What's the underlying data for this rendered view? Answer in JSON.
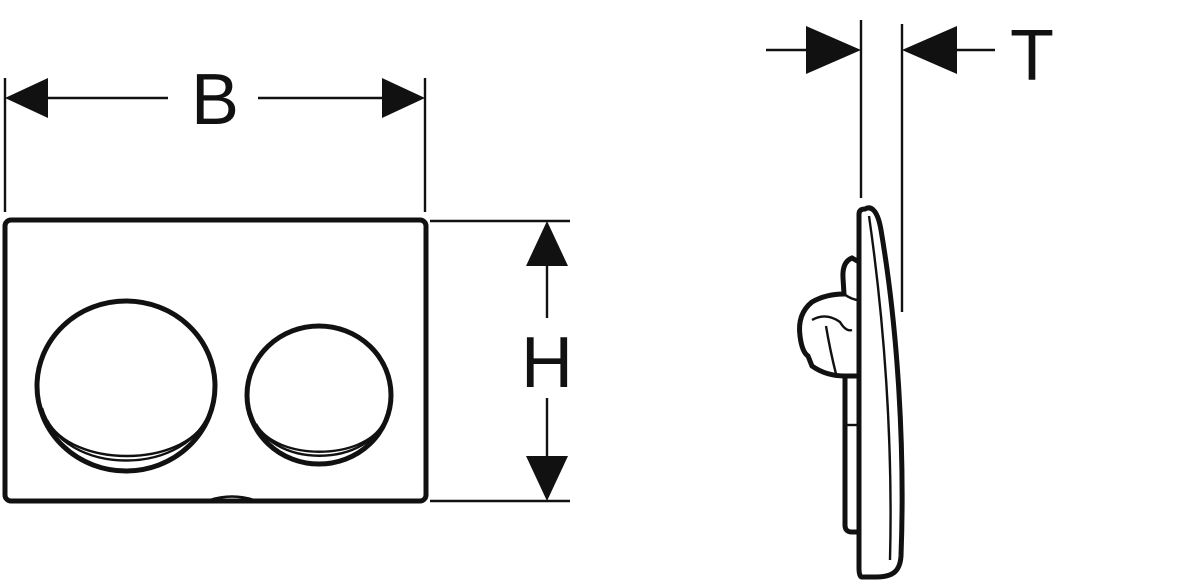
{
  "diagram": {
    "labels": {
      "width": "B",
      "height": "H",
      "thickness": "T"
    },
    "colors": {
      "line": "#111111",
      "background": "#ffffff"
    }
  }
}
